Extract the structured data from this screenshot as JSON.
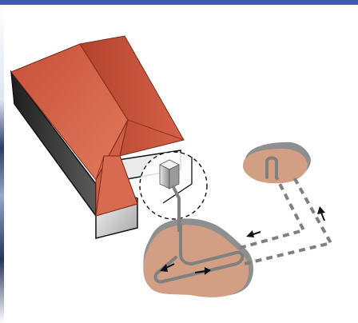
{
  "colors": {
    "top_bar": "#3f5aa6",
    "roof_light": "#d8684d",
    "roof_dark": "#b8452f",
    "wall_light": "#f2f2f2",
    "wall_shade": "#9a9a9a",
    "outline": "#111111",
    "soil": "#d29e84",
    "soil_shadow": "#8f8f8f",
    "pipe": "#808080",
    "arrow": "#111111",
    "edge_strip": "#2f3c66"
  },
  "elements": {
    "house": "house-illustration",
    "callout": "dashed-magnifier-circle",
    "pits": [
      "leach-pit-left",
      "leach-pit-right"
    ],
    "arrows": [
      "arrow-left-pit-in",
      "arrow-left-pit-out",
      "arrow-connector-left",
      "arrow-connector-up"
    ]
  }
}
